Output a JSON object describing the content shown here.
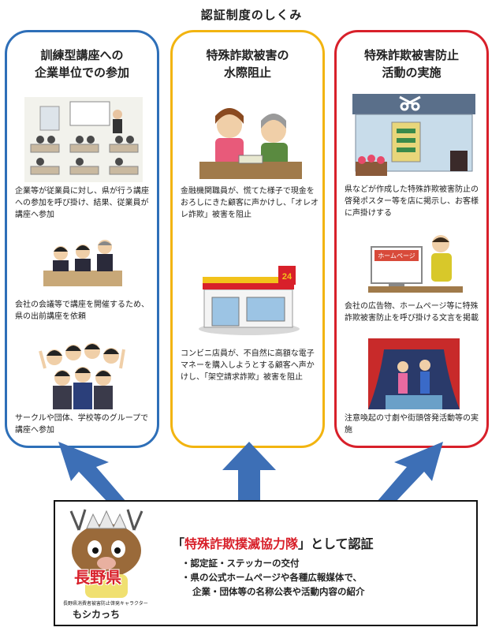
{
  "title": "認証制度のしくみ",
  "columns": [
    {
      "title_lines": [
        "訓練型講座への",
        "企業単位での参加"
      ],
      "items": [
        "企業等が従業員に対し、県が行う講座への参加を呼び掛け、結果、従業員が講座へ参加",
        "会社の会議等で講座を開催するため、県の出前講座を依頼",
        "サークルや団体、学校等のグループで講座へ参加"
      ]
    },
    {
      "title_lines": [
        "特殊詐欺被害の",
        "水際阻止"
      ],
      "items": [
        "金融機関職員が、慌てた様子で現金をおろしにきた顧客に声かけし、「オレオレ詐欺」被害を阻止",
        "コンビニ店員が、不自然に高額な電子マネーを購入しようとする顧客へ声かけし、「架空請求詐欺」被害を阻止"
      ]
    },
    {
      "title_lines": [
        "特殊詐欺被害防止",
        "活動の実施"
      ],
      "items": [
        "県などが作成した特殊詐欺被害防止の啓発ポスター等を店に掲示し、お客様に声掛けする",
        "会社の広告物、ホームページ等に特殊詐欺被害防止を呼び掛ける文言を掲載",
        "注意喚起の寸劇や街頭啓発活動等の実施"
      ]
    }
  ],
  "illustration_text": {
    "store_sign": "24",
    "homepage_label": "ホームページ"
  },
  "bottom": {
    "headline_open": "「",
    "headline_red": "特殊詐欺撲滅協力隊",
    "headline_close": "」として認証",
    "bullets": [
      "・認定証・ステッカーの交付",
      "・県の公式ホームページや各種広報媒体で、",
      "企業・団体等の名称公表や活動内容の紹介"
    ],
    "pref_name": "長野県",
    "mascot_caption": "長野県消費者被害防止啓発キャラクター",
    "mascot_name": "もシカっち"
  },
  "colors": {
    "blue": "#2e6fb8",
    "yellow": "#f2b410",
    "red": "#d8202a",
    "arrow": "#3d6fb6"
  }
}
